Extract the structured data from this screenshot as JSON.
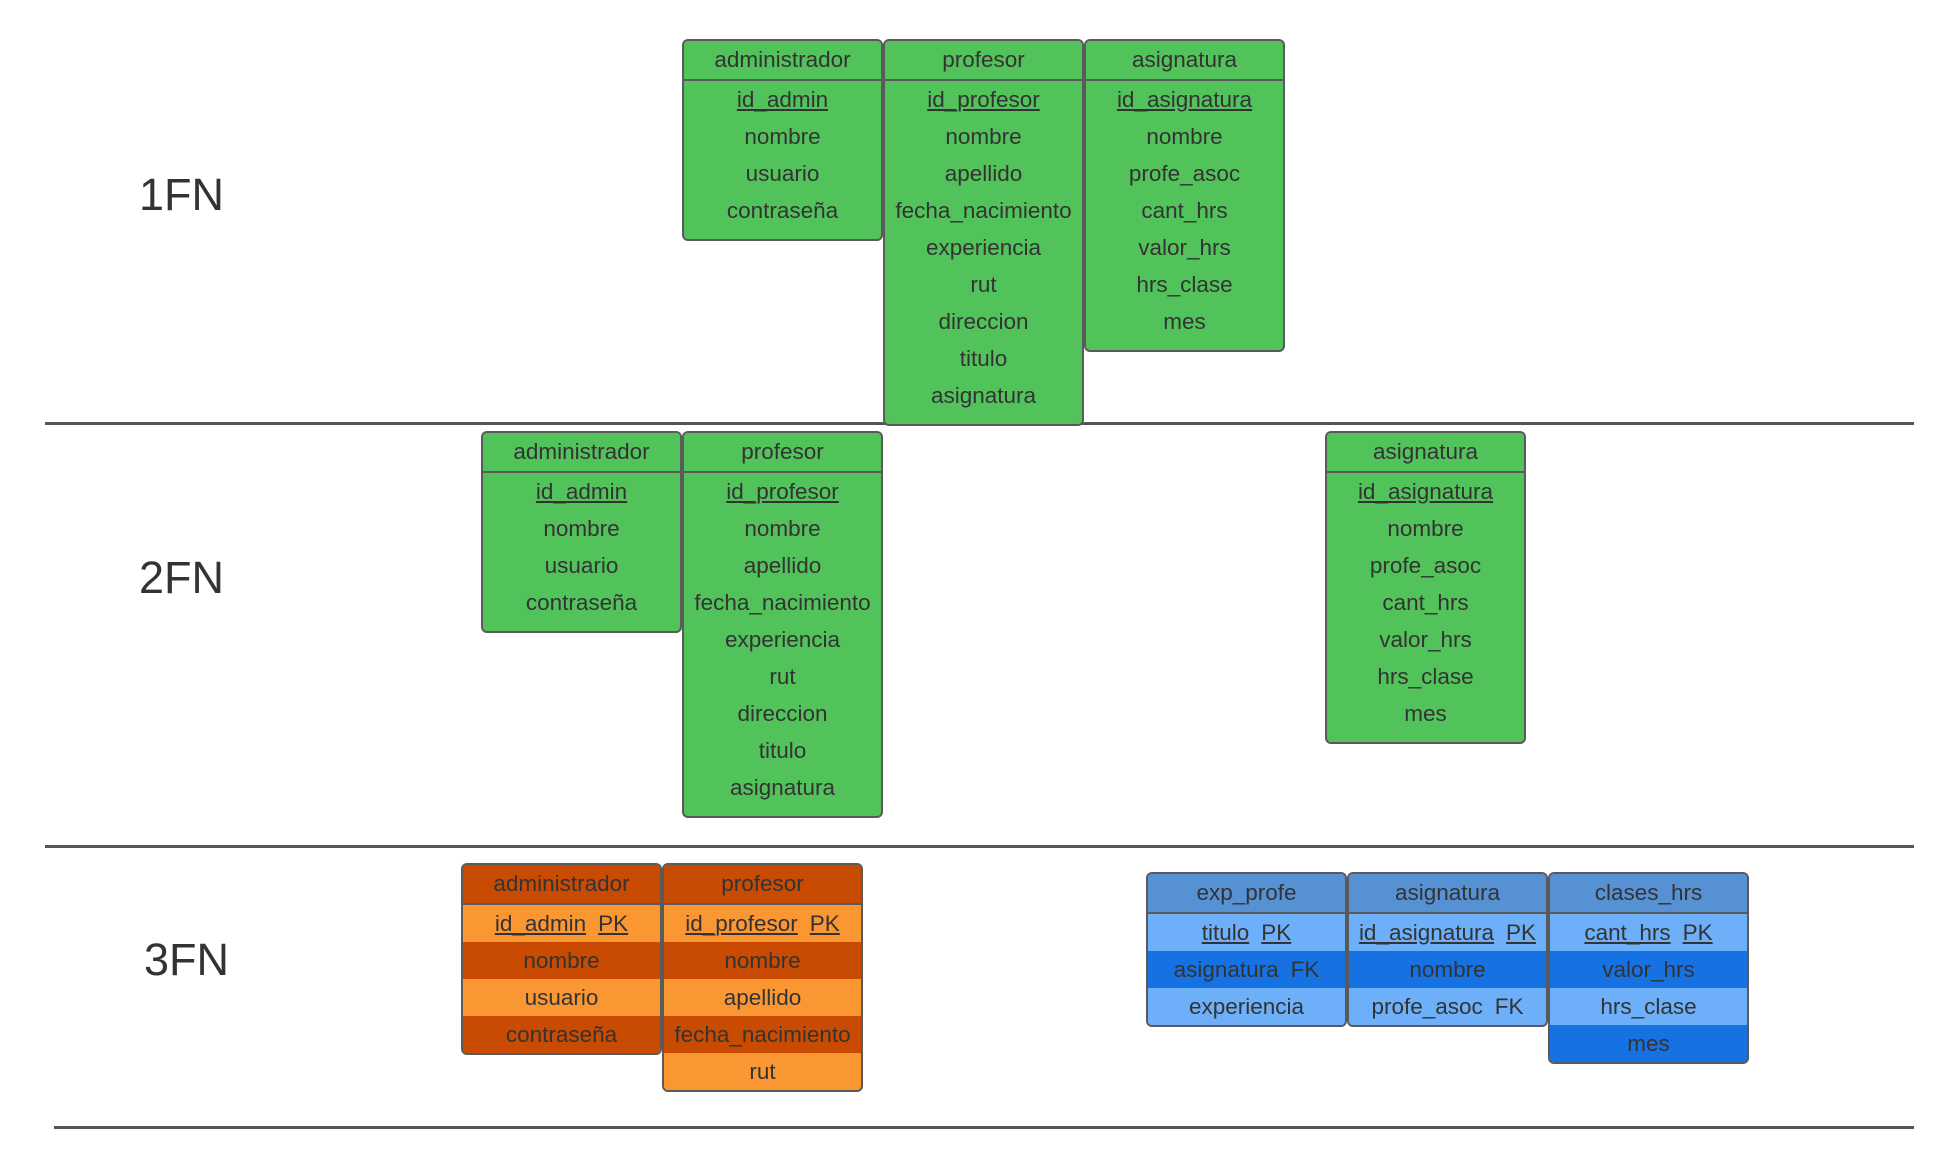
{
  "colors": {
    "green": "#52c35a",
    "orange_dark": "#c94b02",
    "orange_light": "#fb9733",
    "blue_header": "#5691d3",
    "blue_light": "#6db0f9",
    "blue_dark": "#1672e2",
    "border": "#5a5a5a",
    "divider": "#555555"
  },
  "levels": [
    {
      "label": "1FN",
      "tables": [
        {
          "name": "administrador",
          "fields": [
            {
              "name": "id_admin",
              "key": true
            },
            {
              "name": "nombre"
            },
            {
              "name": "usuario"
            },
            {
              "name": "contraseña"
            }
          ]
        },
        {
          "name": "profesor",
          "fields": [
            {
              "name": "id_profesor",
              "key": true
            },
            {
              "name": "nombre"
            },
            {
              "name": "apellido"
            },
            {
              "name": "fecha_nacimiento"
            },
            {
              "name": "experiencia"
            },
            {
              "name": "rut"
            },
            {
              "name": "direccion"
            },
            {
              "name": "titulo"
            },
            {
              "name": "asignatura"
            }
          ]
        },
        {
          "name": "asignatura",
          "fields": [
            {
              "name": "id_asignatura",
              "key": true
            },
            {
              "name": "nombre"
            },
            {
              "name": "profe_asoc"
            },
            {
              "name": "cant_hrs"
            },
            {
              "name": "valor_hrs"
            },
            {
              "name": "hrs_clase"
            },
            {
              "name": "mes"
            }
          ]
        }
      ]
    },
    {
      "label": "2FN",
      "tables": [
        {
          "name": "administrador",
          "fields": [
            {
              "name": "id_admin",
              "key": true
            },
            {
              "name": "nombre"
            },
            {
              "name": "usuario"
            },
            {
              "name": "contraseña"
            }
          ]
        },
        {
          "name": "profesor",
          "fields": [
            {
              "name": "id_profesor",
              "key": true
            },
            {
              "name": "nombre"
            },
            {
              "name": "apellido"
            },
            {
              "name": "fecha_nacimiento"
            },
            {
              "name": "experiencia"
            },
            {
              "name": "rut"
            },
            {
              "name": "direccion"
            },
            {
              "name": "titulo"
            },
            {
              "name": "asignatura"
            }
          ]
        },
        {
          "name": "asignatura",
          "fields": [
            {
              "name": "id_asignatura",
              "key": true
            },
            {
              "name": "nombre"
            },
            {
              "name": "profe_asoc"
            },
            {
              "name": "cant_hrs"
            },
            {
              "name": "valor_hrs"
            },
            {
              "name": "hrs_clase"
            },
            {
              "name": "mes"
            }
          ]
        }
      ]
    },
    {
      "label": "3FN",
      "tables": [
        {
          "name": "administrador",
          "fields": [
            {
              "name": "id_admin",
              "tag": "PK",
              "key": true
            },
            {
              "name": "nombre"
            },
            {
              "name": "usuario"
            },
            {
              "name": "contraseña"
            }
          ]
        },
        {
          "name": "profesor",
          "fields": [
            {
              "name": "id_profesor",
              "tag": "PK",
              "key": true
            },
            {
              "name": "nombre"
            },
            {
              "name": "apellido"
            },
            {
              "name": "fecha_nacimiento"
            },
            {
              "name": "rut"
            }
          ]
        },
        {
          "name": "exp_profe",
          "fields": [
            {
              "name": "titulo",
              "tag": "PK",
              "key": true
            },
            {
              "name": "asignatura",
              "tag": "FK"
            },
            {
              "name": "experiencia"
            }
          ]
        },
        {
          "name": "asignatura",
          "fields": [
            {
              "name": "id_asignatura",
              "tag": "PK",
              "key": true
            },
            {
              "name": "nombre"
            },
            {
              "name": "profe_asoc",
              "tag": "FK"
            }
          ]
        },
        {
          "name": "clases_hrs",
          "fields": [
            {
              "name": "cant_hrs",
              "tag": "PK",
              "key": true
            },
            {
              "name": "valor_hrs"
            },
            {
              "name": "hrs_clase"
            },
            {
              "name": "mes"
            }
          ]
        }
      ]
    }
  ]
}
